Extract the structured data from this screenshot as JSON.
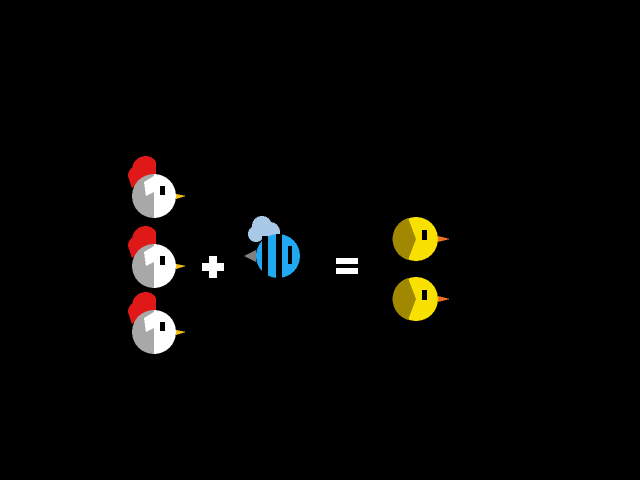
{
  "scene": {
    "background_color": "#000000",
    "equation": {
      "left_operand": {
        "icon": "hen-icon",
        "count": 3
      },
      "operator_1": {
        "icon": "plus-icon"
      },
      "right_operand": {
        "icon": "bee-icon",
        "count": 1
      },
      "operator_2": {
        "icon": "equals-icon"
      },
      "result": {
        "icon": "chick-icon",
        "count": 2
      }
    }
  },
  "colors": {
    "hen_body": "#ffffff",
    "hen_shade": "#a8a8a8",
    "hen_comb": "#e01818",
    "hen_comb_shade": "#901010",
    "hen_beak": "#f0c020",
    "bee_body": "#20a8f0",
    "bee_stripe": "#000000",
    "bee_wing": "#a8c8e8",
    "bee_stinger": "#808080",
    "chick_body": "#f8e000",
    "chick_shade": "#a08800",
    "chick_beak": "#f07020",
    "operator": "#ffffff"
  }
}
